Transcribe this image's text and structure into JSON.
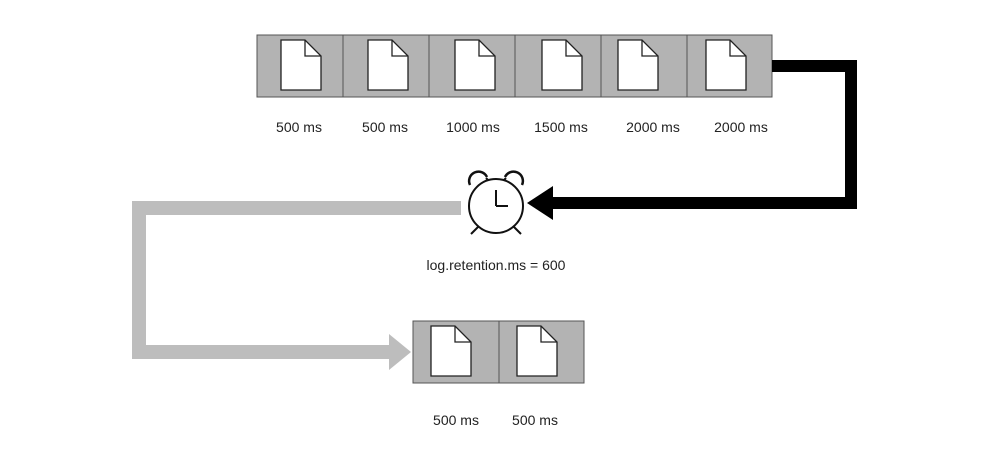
{
  "colors": {
    "segment_fill": "#b3b3b3",
    "segment_stroke": "#555555",
    "doc_fill": "#ffffff",
    "doc_stroke": "#222222",
    "input_arrow": "#000000",
    "output_arrow": "#bdbdbd"
  },
  "icons": {
    "segment": "document-icon",
    "timer": "alarm-clock-icon"
  },
  "input_segments": [
    {
      "label": "500 ms"
    },
    {
      "label": "500 ms"
    },
    {
      "label": "1000 ms"
    },
    {
      "label": "1500 ms"
    },
    {
      "label": "2000 ms"
    },
    {
      "label": "2000 ms"
    }
  ],
  "retention_config": {
    "label": "log.retention.ms = 600"
  },
  "output_segments": [
    {
      "label": "500 ms"
    },
    {
      "label": "500 ms"
    }
  ]
}
